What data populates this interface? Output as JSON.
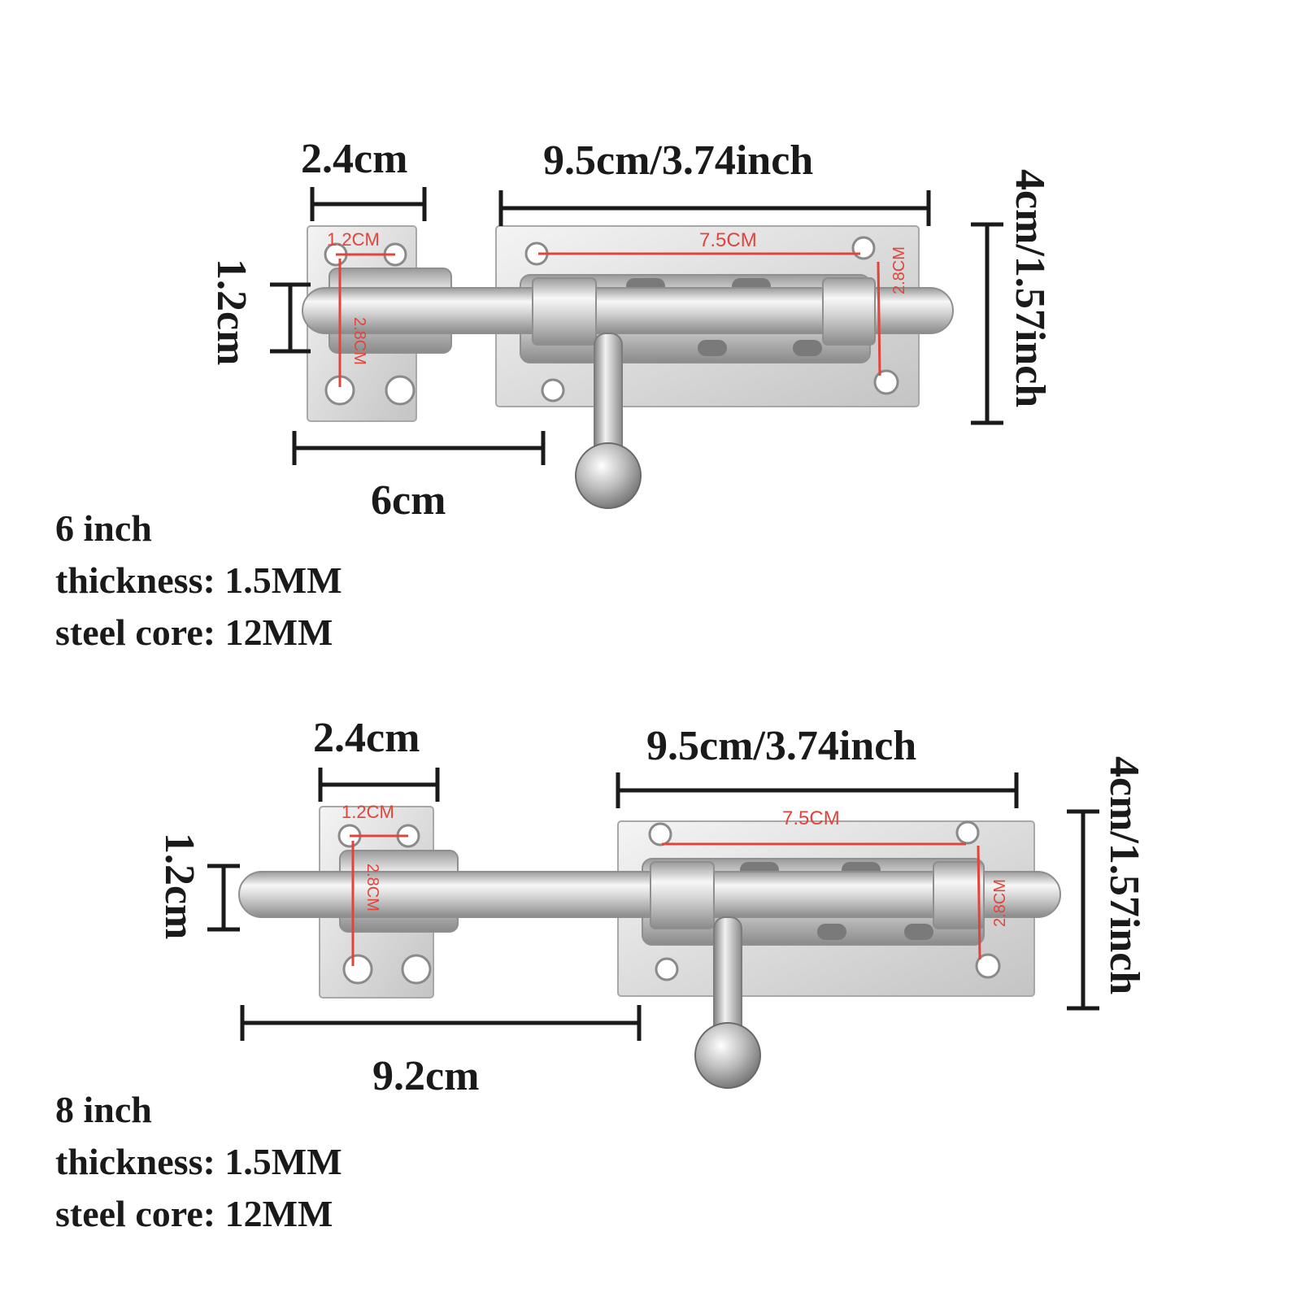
{
  "products": [
    {
      "size_label": "6 inch",
      "thickness": "thickness: 1.5MM",
      "steel_core": "steel core: 12MM",
      "dims": {
        "plate_width": "2.4cm",
        "bolt_diameter": "1.2cm",
        "keeper_length": "6cm",
        "main_length": "9.5cm/3.74inch",
        "height": "4cm/1.57inch",
        "hole_spacing_small": "1.2CM",
        "hole_spacing_small_vertical": "2.8CM",
        "hole_spacing_main": "7.5CM",
        "hole_spacing_main_vertical": "2.8CM"
      }
    },
    {
      "size_label": "8 inch",
      "thickness": "thickness: 1.5MM",
      "steel_core": "steel core: 12MM",
      "dims": {
        "plate_width": "2.4cm",
        "bolt_diameter": "1.2cm",
        "keeper_length": "9.2cm",
        "main_length": "9.5cm/3.74inch",
        "height": "4cm/1.57inch",
        "hole_spacing_small": "1.2CM",
        "hole_spacing_small_vertical": "2.8CM",
        "hole_spacing_main": "7.5CM",
        "hole_spacing_main_vertical": "2.8CM"
      }
    }
  ],
  "colors": {
    "metal_light": "#eeeeee",
    "metal_mid": "#c9c9c9",
    "metal_dark": "#8d8d8d",
    "dimension_line": "#1a1a1a",
    "annotation_red": "#e0443a"
  }
}
